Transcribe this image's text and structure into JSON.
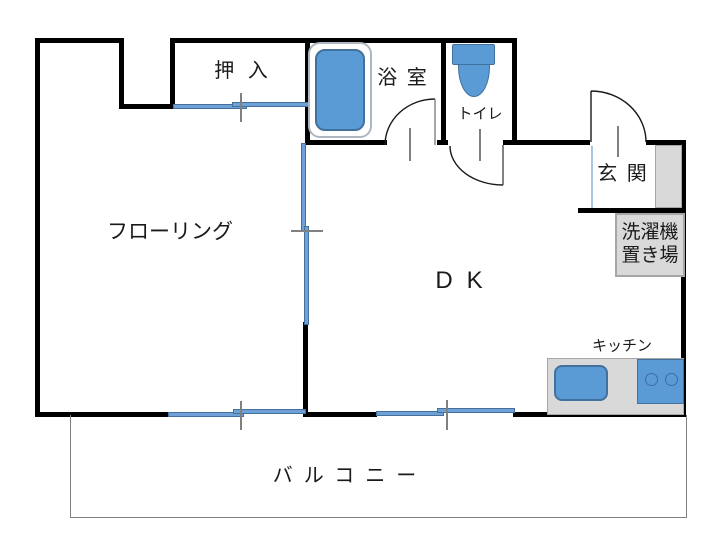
{
  "plan_title": "apartment-floor-plan",
  "rooms": {
    "closet": {
      "label": "押 入"
    },
    "bathroom": {
      "label": "浴 室"
    },
    "toilet": {
      "label": "トイレ"
    },
    "entrance": {
      "label": "玄 関"
    },
    "washer_space": {
      "line1": "洗濯機",
      "line2": "置き場"
    },
    "flooring_room": {
      "label": "フローリング"
    },
    "dining_kitchen": {
      "label": "DK"
    },
    "kitchen": {
      "label": "キッチン"
    },
    "balcony": {
      "label": "バルコニー"
    }
  },
  "fixtures": {
    "bathtub": "bathtub",
    "toilet_bowl": "toilet-bowl",
    "kitchen_sink": "kitchen-sink",
    "gas_stove": "gas-stove-2-burners",
    "shoe_cabinet": "shoe-cabinet",
    "sliding_doors": "blue-sliding-door-symbols",
    "hinged_doors": "quarter-arc-door-symbols"
  },
  "colors": {
    "wall": "#000000",
    "fixture_blue": "#5B9BD5",
    "fixture_blue_stroke": "#41719C",
    "sliding_door_blue": "#6FA0D6",
    "gray_fill": "#D9D9D9",
    "gray_stroke": "#A6A6A6",
    "tick_gray": "#808080",
    "balcony_border": "#808080"
  }
}
